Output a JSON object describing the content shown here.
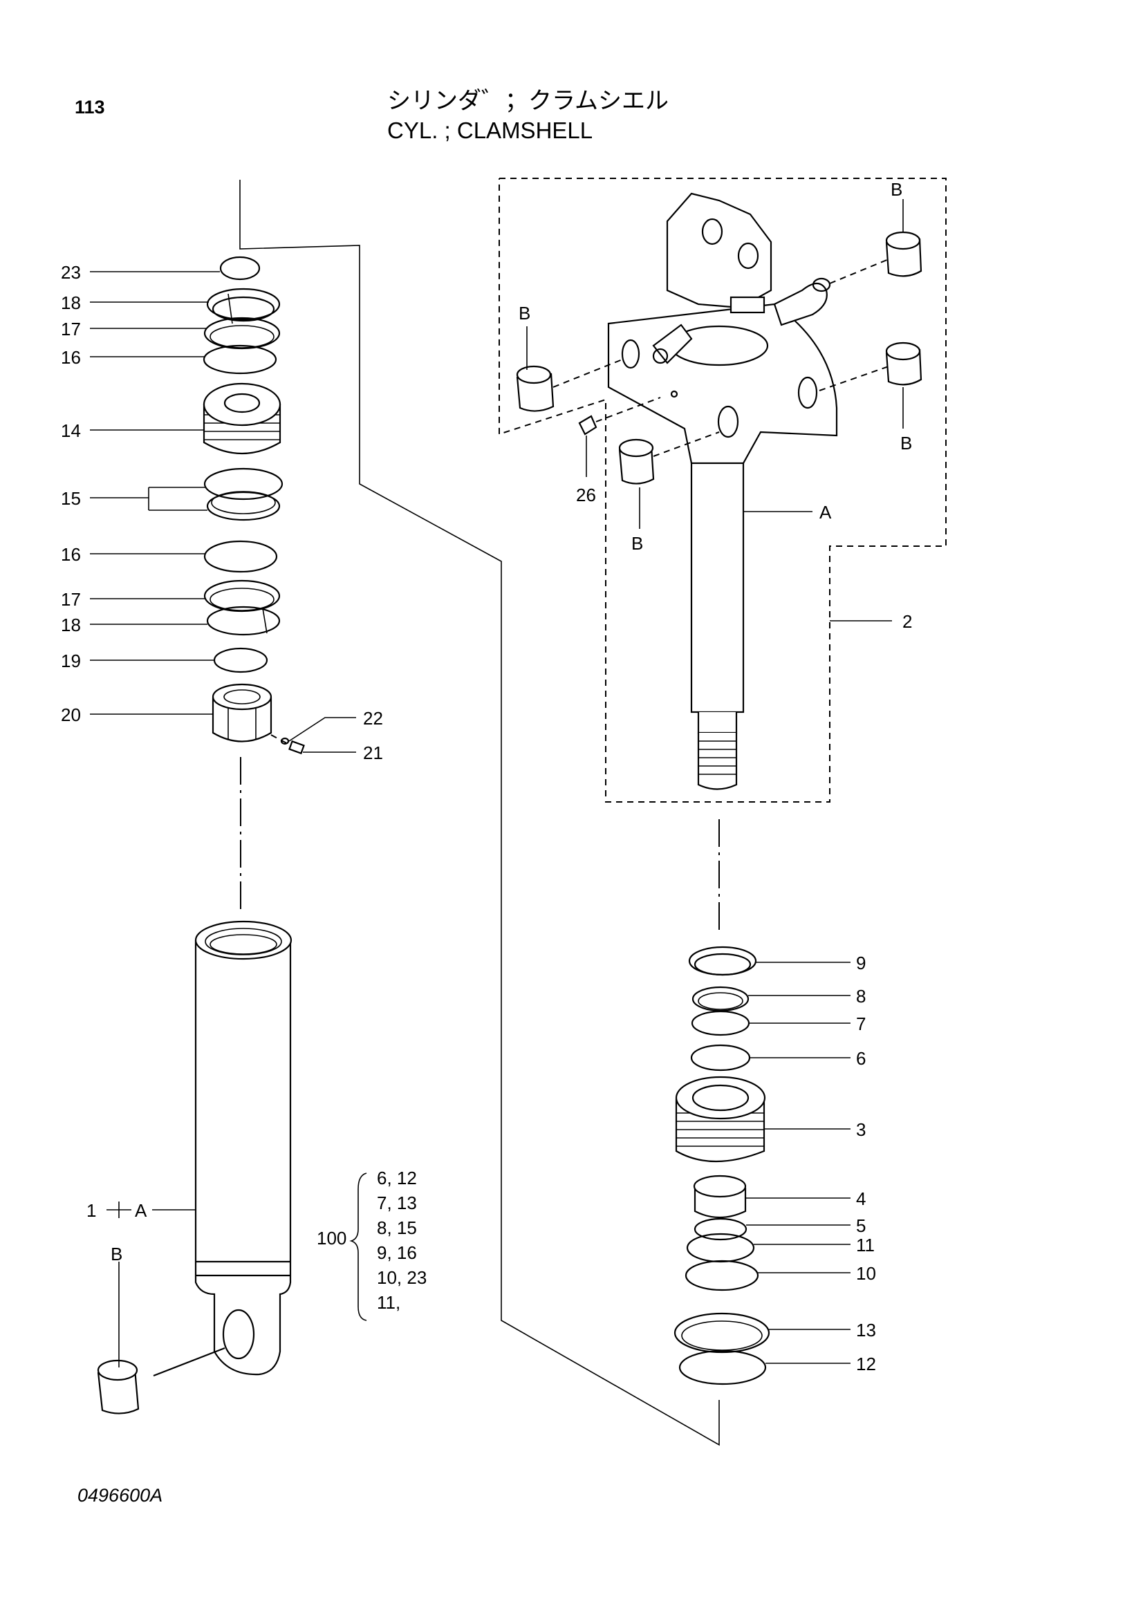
{
  "header": {
    "page_number": "113",
    "title_jp": "シリンダ゛；クラムシエル",
    "title_en": "CYL. ; CLAMSHELL"
  },
  "footer": {
    "drawing_code": "0496600A"
  },
  "callouts_left": {
    "c23": "23",
    "c18a": "18",
    "c17a": "17",
    "c16a": "16",
    "c14": "14",
    "c15": "15",
    "c16b": "16",
    "c17b": "17",
    "c18b": "18",
    "c19": "19",
    "c20": "20",
    "c22": "22",
    "c21": "21",
    "c1": "1",
    "c1_A": "A",
    "c1_B": "B"
  },
  "callouts_right": {
    "B_top": "B",
    "B_left": "B",
    "B_right": "B",
    "B_bottom": "B",
    "c26": "26",
    "A": "A",
    "c2": "2",
    "c9": "9",
    "c8": "8",
    "c7": "7",
    "c6": "6",
    "c3": "3",
    "c4": "4",
    "c5": "5",
    "c11": "11",
    "c10": "10",
    "c13": "13",
    "c12": "12"
  },
  "kit": {
    "number": "100",
    "rows": [
      "6, 12",
      "7, 13",
      "8, 15",
      "9, 16",
      "10, 23",
      "11,"
    ]
  }
}
